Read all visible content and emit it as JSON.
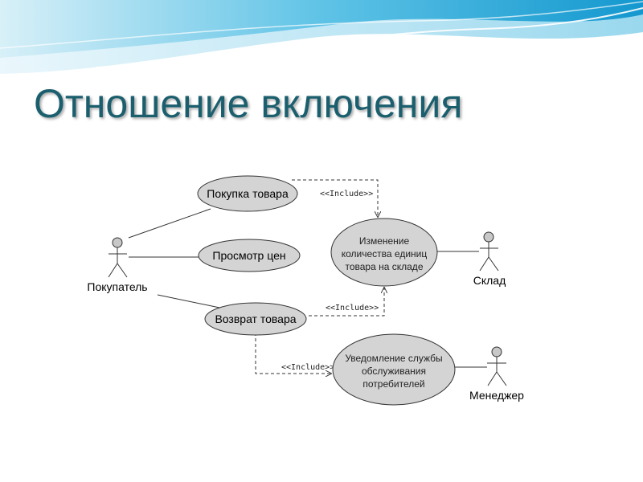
{
  "slide": {
    "title": "Отношение включения"
  },
  "diagram": {
    "actors": {
      "buyer": "Покупатель",
      "warehouse": "Склад",
      "manager": "Менеджер"
    },
    "use_cases": {
      "purchase": "Покупка товара",
      "view_prices": "Просмотр цен",
      "return": "Возврат товара",
      "change_qty": [
        "Изменение",
        "количества единиц",
        "товара на складе"
      ],
      "notify": [
        "Уведомление службы",
        "обслуживания",
        "потребителей"
      ]
    },
    "relations": {
      "include_1": "<<Include>>",
      "include_2": "<<Include>>",
      "include_3": "<<Include>>"
    }
  },
  "colors": {
    "title": "#1b5f6e",
    "usecase_fill": "#d4d4d4",
    "wave_light": "#bfe6f4",
    "wave_dark": "#1aa5d6"
  }
}
